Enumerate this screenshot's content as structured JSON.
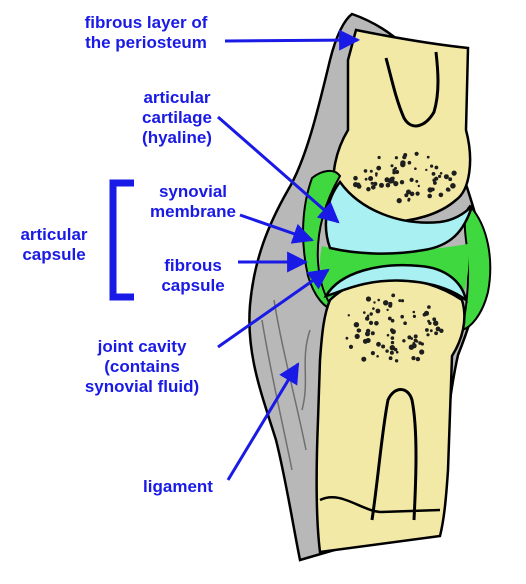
{
  "labels": {
    "periosteum": [
      "fibrous layer of",
      "the periosteum"
    ],
    "cartilage": [
      "articular",
      "cartilage",
      "(hyaline)"
    ],
    "synovial_membrane": [
      "synovial",
      "membrane"
    ],
    "articular_capsule": [
      "articular",
      "capsule"
    ],
    "fibrous_capsule": [
      "fibrous",
      "capsule"
    ],
    "joint_cavity": [
      "joint cavity",
      "(contains",
      "synovial fluid)"
    ],
    "ligament": [
      "ligament"
    ]
  },
  "colors": {
    "label": "#1a1ae6",
    "bone": "#f3e9a6",
    "cartilage": "#a9f0f2",
    "synovial": "#3fd93f",
    "capsule": "#b8b8b8",
    "dots": "#1e1e1e"
  }
}
